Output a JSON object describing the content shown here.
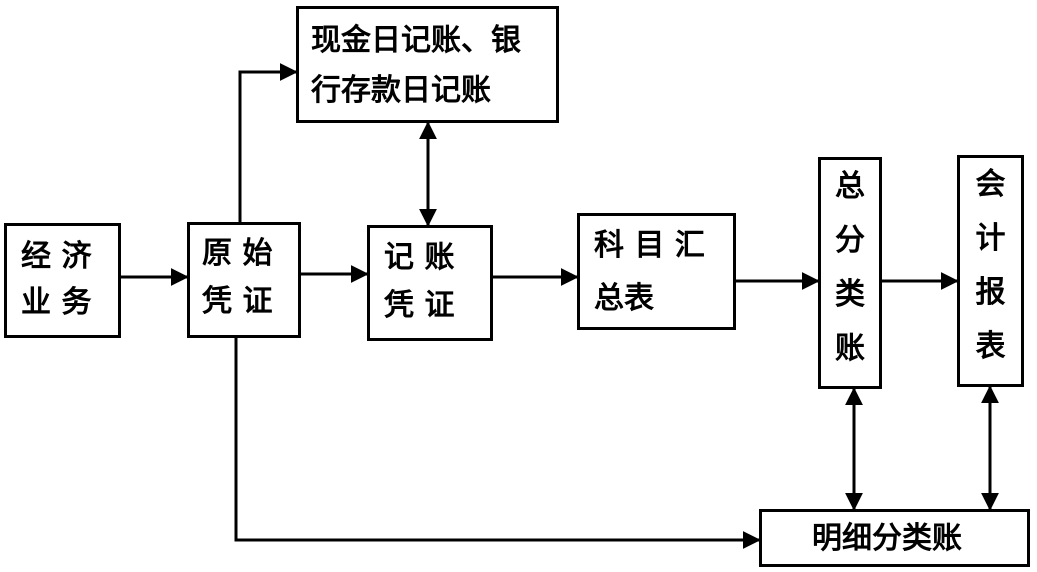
{
  "nodes": {
    "econ_business": {
      "line1": "经 济",
      "line2": "业 务"
    },
    "original_voucher": {
      "line1": "原 始",
      "line2": "凭 证"
    },
    "cash_bank_journal": {
      "line1": "现金日记账、银",
      "line2": "行存款日记账"
    },
    "bookkeeping_voucher": {
      "line1": "记 账",
      "line2": "凭 证"
    },
    "account_summary": {
      "line1": "科 目 汇",
      "line2": "总表"
    },
    "general_ledger": {
      "chars": [
        "总",
        "分",
        "类",
        "账"
      ]
    },
    "accounting_report": {
      "chars": [
        "会",
        "计",
        "报",
        "表"
      ]
    },
    "subsidiary_ledger": {
      "label": "明细分类账"
    }
  }
}
